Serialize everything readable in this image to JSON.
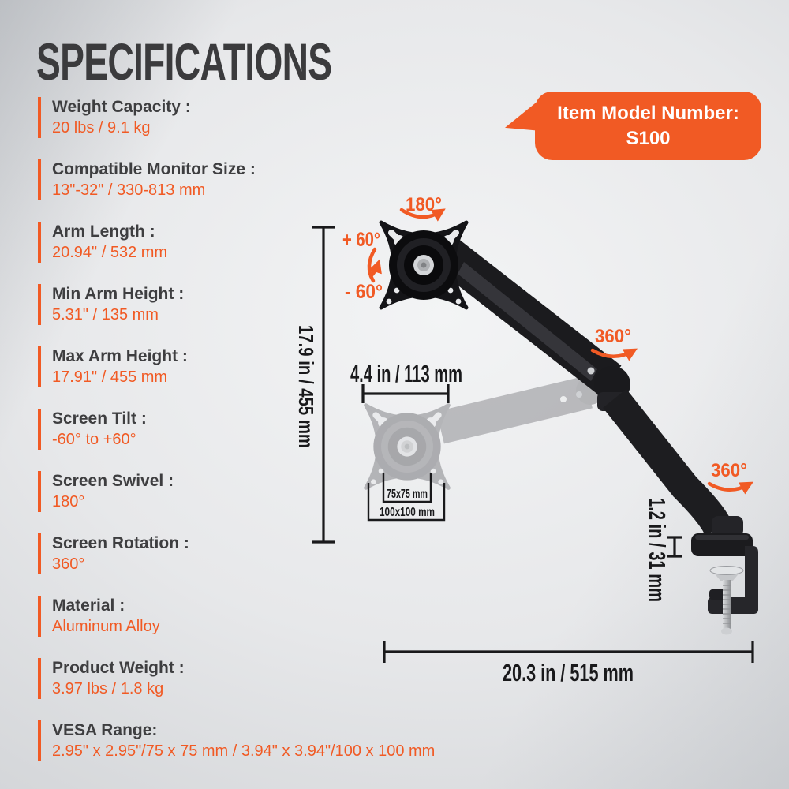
{
  "title": "SPECIFICATIONS",
  "badge": {
    "line1": "Item Model Number:",
    "line2": "S100"
  },
  "specs": [
    {
      "label": "Weight Capacity :",
      "value": "20 lbs / 9.1 kg"
    },
    {
      "label": "Compatible Monitor Size :",
      "value": "13\"-32\" / 330-813 mm"
    },
    {
      "label": "Arm Length :",
      "value": "20.94\" / 532 mm"
    },
    {
      "label": "Min Arm Height :",
      "value": "5.31\" / 135 mm"
    },
    {
      "label": "Max Arm Height :",
      "value": "17.91\" / 455 mm"
    },
    {
      "label": "Screen Tilt :",
      "value": "-60° to +60°"
    },
    {
      "label": "Screen Swivel :",
      "value": "180°"
    },
    {
      "label": "Screen Rotation :",
      "value": "360°"
    },
    {
      "label": "Material :",
      "value": "Aluminum Alloy"
    },
    {
      "label": "Product Weight :",
      "value": "3.97 lbs / 1.8 kg"
    },
    {
      "label": "VESA Range:",
      "value": "2.95\" x 2.95\"/75 x 75 mm / 3.94\" x 3.94\"/100 x 100 mm"
    }
  ],
  "diagram": {
    "annotations": {
      "screen_swivel": "180°",
      "tilt_up": "+ 60°",
      "tilt_down": "- 60°",
      "arm_rotation": "360°",
      "base_rotation": "360°"
    },
    "dimensions": {
      "max_height": "17.9 in / 455 mm",
      "plate_width": "4.4 in / 113 mm",
      "vesa_small": "75x75 mm",
      "vesa_large": "100x100 mm",
      "clamp_thickness": "1.2 in / 31 mm",
      "arm_reach": "20.3 in / 515 mm"
    }
  },
  "colors": {
    "accent": "#f15a24",
    "title": "#3b3b3d",
    "dimension": "#19191b",
    "badge_text": "#ffffff"
  }
}
